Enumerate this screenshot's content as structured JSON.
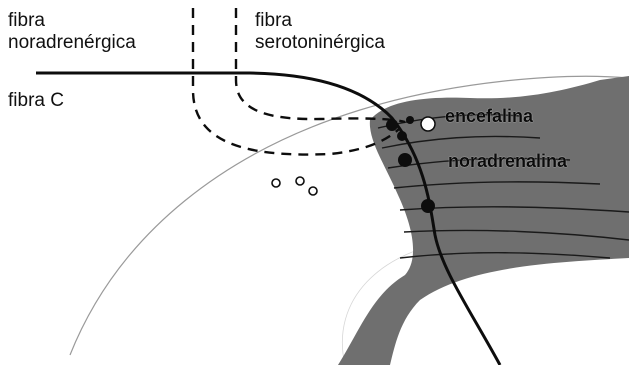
{
  "labels": {
    "noradrenergic_fiber": [
      "fibra",
      "noradrenérgica"
    ],
    "serotonergic_fiber": [
      "fibra",
      "serotoninérgica"
    ],
    "c_fiber": "fibra C",
    "enkephalin": "encefalina",
    "noradrenaline": "noradrenalina"
  },
  "colors": {
    "background": "#ffffff",
    "ink": "#0d0d0d",
    "gray_matter": "#6f6f6f",
    "outline": "#9a9a9a",
    "open_vesicle": "#ffffff"
  }
}
